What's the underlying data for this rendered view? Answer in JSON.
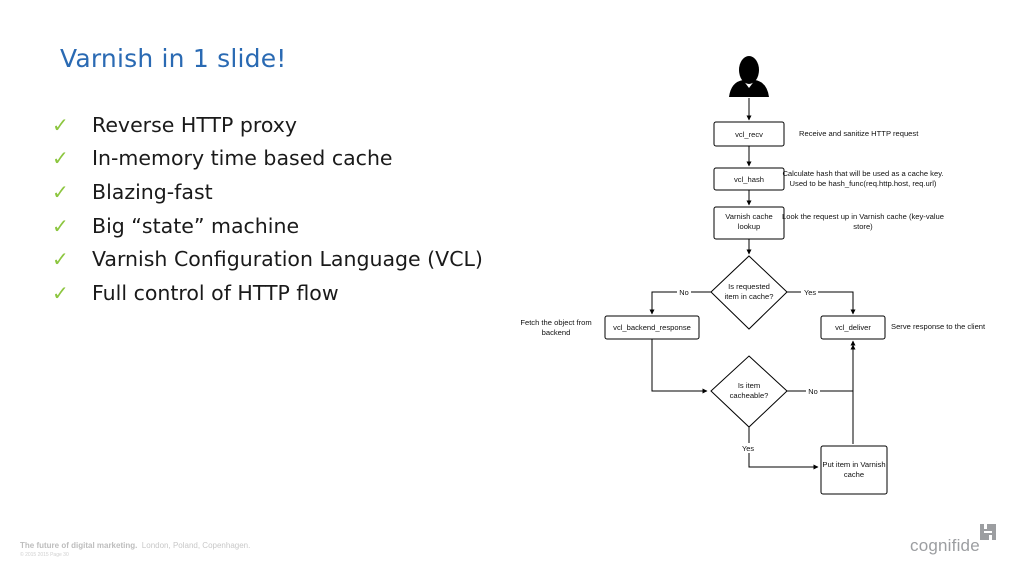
{
  "slide": {
    "title": "Varnish in 1 slide!",
    "bullets": [
      "Reverse HTTP proxy",
      "In-memory time based cache",
      "Blazing-fast",
      "Big “state” machine",
      "Varnish Configuration Language (VCL)",
      "Full control of HTTP flow"
    ],
    "check_symbol": "✓",
    "accent_color": "#8cc63f",
    "title_color": "#2a6ab3"
  },
  "diagram": {
    "user_icon": "user-silhouette-icon",
    "nodes": {
      "vcl_recv": "vcl_recv",
      "vcl_hash": "vcl_hash",
      "lookup": [
        "Varnish cache",
        "lookup"
      ],
      "is_requested": [
        "Is requested",
        "item in cache?"
      ],
      "backend_response": "vcl_backend_response",
      "deliver": "vcl_deliver",
      "is_cacheable": [
        "Is item",
        "cacheable?"
      ],
      "put_in_cache": [
        "Put item in Varnish",
        "cache"
      ]
    },
    "annotations": {
      "recv": "Receive and sanitize HTTP request",
      "hash": [
        "Calculate hash that will be used as a cache key.",
        "Used to be hash_func(req.http.host, req.url)"
      ],
      "lookup": [
        "Look the request up in Varnish cache (key-value",
        "store)"
      ],
      "fetch": [
        "Fetch the object from",
        "backend"
      ],
      "deliver": "Serve response to the client"
    },
    "edge_labels": {
      "no_1": "No",
      "yes_1": "Yes",
      "no_2": "No",
      "yes_2": "Yes"
    }
  },
  "footer": {
    "tagline": "The future of digital marketing.",
    "locations": "London, Poland, Copenhagen.",
    "copyright": "© 2015 2015   Page 30"
  },
  "brand": {
    "name": "cognifide",
    "icon": "cognifide-logo-icon"
  }
}
